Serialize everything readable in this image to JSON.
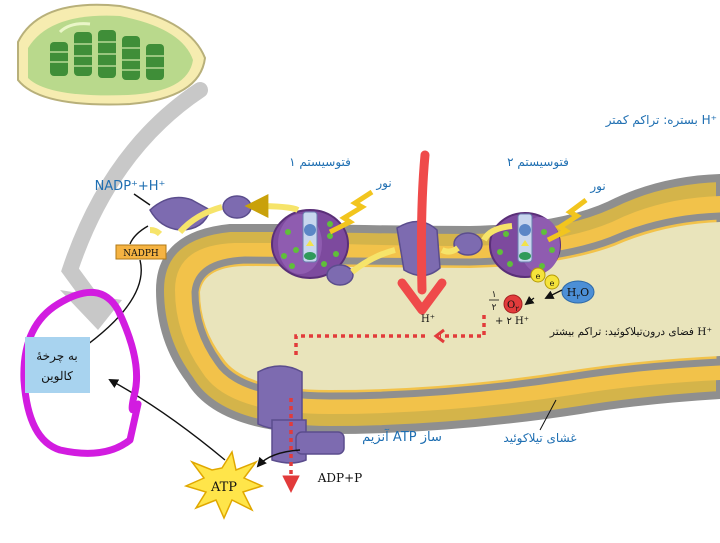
{
  "labels": {
    "stroma": "بستره: تراکم کمتر H⁺",
    "ps1": "فتوسیستم ۱",
    "ps2": "فتوسیستم ۲",
    "light1": "نور",
    "light2": "نور",
    "nadp": "NADP⁺+H⁺",
    "nadph": "NADPH",
    "calvin_line1": "به چرخهٔ",
    "calvin_line2": "کالوین",
    "lumen": "فضای درون‌تیلاکوئید: تراکم بیشتر H⁺",
    "h_plus_lumen": "H⁺",
    "half": "١",
    "half_den": "٢",
    "o2": "O",
    "o2_sub": "٢",
    "two_h": "+ ٢ H⁺",
    "h2o": "H",
    "h2o_sub": "٢",
    "h2o_o": "O",
    "e_symbol": "e",
    "atp_synthase": "آنزیم ATP ساز",
    "thylakoid_membrane": "غشای تیلاکوئید",
    "adp": "ADP+P",
    "atp": "ATP"
  },
  "colors": {
    "label_blue": "#1f6fb2",
    "protein_purple": "#7d6bb0",
    "membrane_yellow": "#f2c24a",
    "lumen_fill": "#e9e4bb",
    "proton_red": "#e23b3b",
    "calvin_box": "#a8d3ef",
    "calvin_outline": "#d21ce0",
    "nadph_box": "#f5b342",
    "atp_star": "#ffe54a"
  }
}
